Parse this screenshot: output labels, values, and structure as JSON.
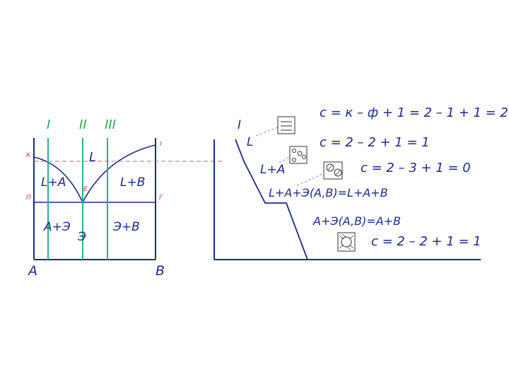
{
  "colors": {
    "ink": "#1d2a8c",
    "green": "#2bb38a",
    "red": "#cc3333"
  },
  "left_diagram": {
    "section_labels": [
      "I",
      "II",
      "III"
    ],
    "point_labels": {
      "K": "К",
      "P": "П",
      "E": "Е",
      "F": "Г",
      "I_right": "I"
    },
    "regions": {
      "L": "L",
      "L_A": "L+A",
      "L_B": "L+B",
      "A_E": "A+Э",
      "E_B": "Э+B",
      "E": "Э"
    },
    "axis": {
      "left": "A",
      "right": "B"
    }
  },
  "right_diagram": {
    "curve_label": "I",
    "stages": [
      {
        "phase": "L",
        "equation": "c = к – ф + 1 = 2 – 1 + 1 = 2"
      },
      {
        "phase": "L+A",
        "equation": "c = 2 – 2 + 1 = 1"
      },
      {
        "phase": "L+A+Э(A,B)=L+A+B",
        "equation": "c = 2 – 3 + 1 = 0"
      },
      {
        "phase": "A+Э(A,B)=A+B",
        "equation": "c = 2 – 2 + 1 = 1"
      }
    ]
  }
}
